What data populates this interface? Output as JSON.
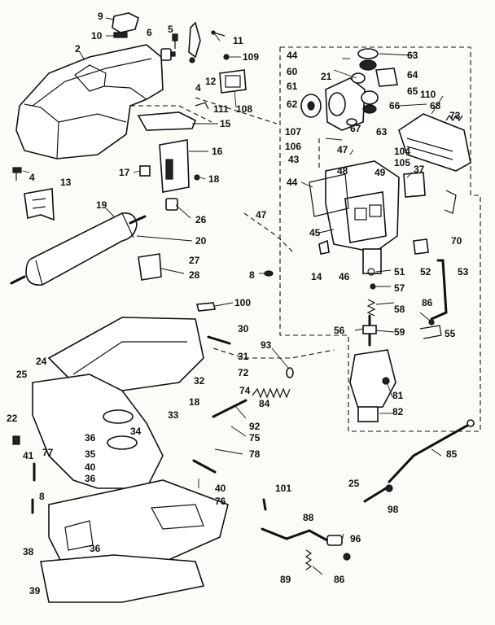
{
  "labels": [
    {
      "id": "l9",
      "text": "9"
    },
    {
      "id": "l10",
      "text": "10"
    },
    {
      "id": "l2",
      "text": "2"
    },
    {
      "id": "l6",
      "text": "6"
    },
    {
      "id": "l5",
      "text": "5"
    },
    {
      "id": "l11",
      "text": "11"
    },
    {
      "id": "l109",
      "text": "109"
    },
    {
      "id": "l4a",
      "text": "4"
    },
    {
      "id": "l12",
      "text": "12"
    },
    {
      "id": "l111",
      "text": "111"
    },
    {
      "id": "l108",
      "text": "108"
    },
    {
      "id": "l15",
      "text": "15"
    },
    {
      "id": "l16",
      "text": "16"
    },
    {
      "id": "l17",
      "text": "17"
    },
    {
      "id": "l18a",
      "text": "18"
    },
    {
      "id": "l4b",
      "text": "4"
    },
    {
      "id": "l13",
      "text": "13"
    },
    {
      "id": "l19",
      "text": "19"
    },
    {
      "id": "l26",
      "text": "26"
    },
    {
      "id": "l20",
      "text": "20"
    },
    {
      "id": "l27",
      "text": "27"
    },
    {
      "id": "l28",
      "text": "28"
    },
    {
      "id": "l8a",
      "text": "8"
    },
    {
      "id": "l47a",
      "text": "47"
    },
    {
      "id": "l100",
      "text": "100"
    },
    {
      "id": "l30",
      "text": "30"
    },
    {
      "id": "l93",
      "text": "93"
    },
    {
      "id": "l31",
      "text": "31"
    },
    {
      "id": "l72",
      "text": "72"
    },
    {
      "id": "l24",
      "text": "24"
    },
    {
      "id": "l25a",
      "text": "25"
    },
    {
      "id": "l32",
      "text": "32"
    },
    {
      "id": "l18b",
      "text": "18"
    },
    {
      "id": "l74",
      "text": "74"
    },
    {
      "id": "l84",
      "text": "84"
    },
    {
      "id": "l22",
      "text": "22"
    },
    {
      "id": "l33",
      "text": "33"
    },
    {
      "id": "l92",
      "text": "92"
    },
    {
      "id": "l36a",
      "text": "36"
    },
    {
      "id": "l34",
      "text": "34"
    },
    {
      "id": "l75",
      "text": "75"
    },
    {
      "id": "l77",
      "text": "77"
    },
    {
      "id": "l78",
      "text": "78"
    },
    {
      "id": "l35",
      "text": "35"
    },
    {
      "id": "l41",
      "text": "41"
    },
    {
      "id": "l40a",
      "text": "40"
    },
    {
      "id": "l40b",
      "text": "40"
    },
    {
      "id": "l36b",
      "text": "36"
    },
    {
      "id": "l8b",
      "text": "8"
    },
    {
      "id": "l76",
      "text": "76"
    },
    {
      "id": "l36c",
      "text": "36"
    },
    {
      "id": "l38",
      "text": "38"
    },
    {
      "id": "l39",
      "text": "39"
    },
    {
      "id": "l44a",
      "text": "44"
    },
    {
      "id": "l60",
      "text": "60"
    },
    {
      "id": "l21",
      "text": "21"
    },
    {
      "id": "l61",
      "text": "61"
    },
    {
      "id": "l62",
      "text": "62"
    },
    {
      "id": "l63a",
      "text": "63"
    },
    {
      "id": "l64",
      "text": "64"
    },
    {
      "id": "l65",
      "text": "65"
    },
    {
      "id": "l66",
      "text": "66"
    },
    {
      "id": "l67",
      "text": "67"
    },
    {
      "id": "l63b",
      "text": "63"
    },
    {
      "id": "l110",
      "text": "110"
    },
    {
      "id": "l68",
      "text": "68"
    },
    {
      "id": "l73",
      "text": "73"
    },
    {
      "id": "l107",
      "text": "107"
    },
    {
      "id": "l106",
      "text": "106"
    },
    {
      "id": "l43",
      "text": "43"
    },
    {
      "id": "l47b",
      "text": "47"
    },
    {
      "id": "l104",
      "text": "104"
    },
    {
      "id": "l105",
      "text": "105"
    },
    {
      "id": "l37",
      "text": "37"
    },
    {
      "id": "l48",
      "text": "48"
    },
    {
      "id": "l49",
      "text": "49"
    },
    {
      "id": "l44b",
      "text": "44"
    },
    {
      "id": "l70",
      "text": "70"
    },
    {
      "id": "l45",
      "text": "45"
    },
    {
      "id": "l14",
      "text": "14"
    },
    {
      "id": "l46",
      "text": "46"
    },
    {
      "id": "l51",
      "text": "51"
    },
    {
      "id": "l52",
      "text": "52"
    },
    {
      "id": "l53",
      "text": "53"
    },
    {
      "id": "l57",
      "text": "57"
    },
    {
      "id": "l58",
      "text": "58"
    },
    {
      "id": "l86a",
      "text": "86"
    },
    {
      "id": "l56",
      "text": "56"
    },
    {
      "id": "l59",
      "text": "59"
    },
    {
      "id": "l55",
      "text": "55"
    },
    {
      "id": "l81",
      "text": "81"
    },
    {
      "id": "l82",
      "text": "82"
    },
    {
      "id": "l85",
      "text": "85"
    },
    {
      "id": "l101",
      "text": "101"
    },
    {
      "id": "l25b",
      "text": "25"
    },
    {
      "id": "l98",
      "text": "98"
    },
    {
      "id": "l88",
      "text": "88"
    },
    {
      "id": "l96",
      "text": "96"
    },
    {
      "id": "l89",
      "text": "89"
    },
    {
      "id": "l86b",
      "text": "86"
    }
  ]
}
